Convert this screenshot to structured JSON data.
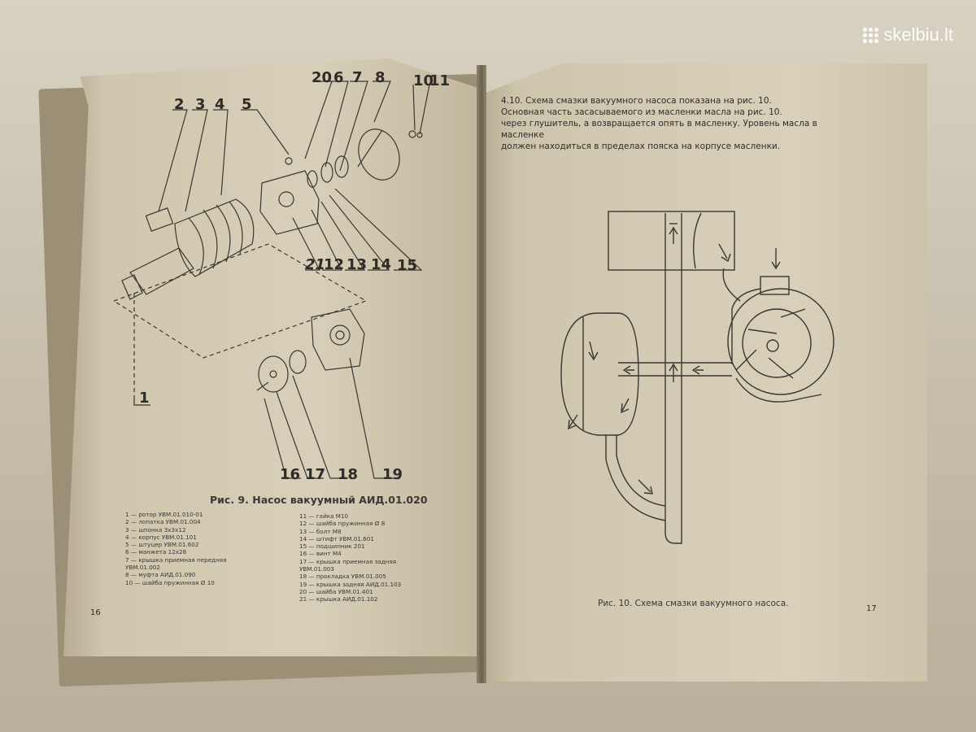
{
  "watermark": {
    "text": "skelbiu.lt",
    "icon": "dots-logo-icon"
  },
  "left_page": {
    "callouts_top": [
      "20",
      "6",
      "7",
      "8",
      "10",
      "11",
      "2",
      "3",
      "4",
      "5"
    ],
    "callouts_mid": [
      "21",
      "12",
      "13",
      "14",
      "15"
    ],
    "callouts_bottom": [
      "1",
      "16",
      "17",
      "18",
      "19"
    ],
    "caption": "Рис. 9. Насос вакуумный АИД.01.020",
    "legend_left": [
      "1 — ротор УВМ.01.010-01",
      "2 — лопатка УВМ.01.004",
      "3 — шпонка 3х3х12",
      "4 — корпус УВМ.01.101",
      "5 — штуцер УВМ.01.602",
      "6 — манжета 12х28",
      "7 — крышка приемная передняя",
      "УВМ.01.002",
      "8 — муфта АИД.01.090",
      "10 — шайба пружинная Ø 10"
    ],
    "legend_right": [
      "11 — гайка М10",
      "12 — шайба пружинная Ø 8",
      "13 — болт М8",
      "14 — штифт УВМ.01.601",
      "15 — подшипник 201",
      "16 — винт М4",
      "17 — крышка приемная задняя",
      "УВМ.01.003",
      "18 — прокладка УВМ.01.005",
      "19 — крышка задняя АИД.01.103",
      "20 — шайба УВМ.01.401",
      "21 — крышка АИД.01.102"
    ],
    "page_number": "16"
  },
  "right_page": {
    "heading": "4.10. Схема смазки вакуумного насоса показана на рис. 10.",
    "paragraph_lines": [
      "Основная часть засасываемого из масленки масла на рис. 10.",
      "через глушитель, а возвращается опять в масленку. Уровень масла в масленке",
      "должен находиться в пределах пояска на корпусе масленки."
    ],
    "caption": "Рис. 10. Схема смазки вакуумного насоса.",
    "page_number": "17"
  }
}
